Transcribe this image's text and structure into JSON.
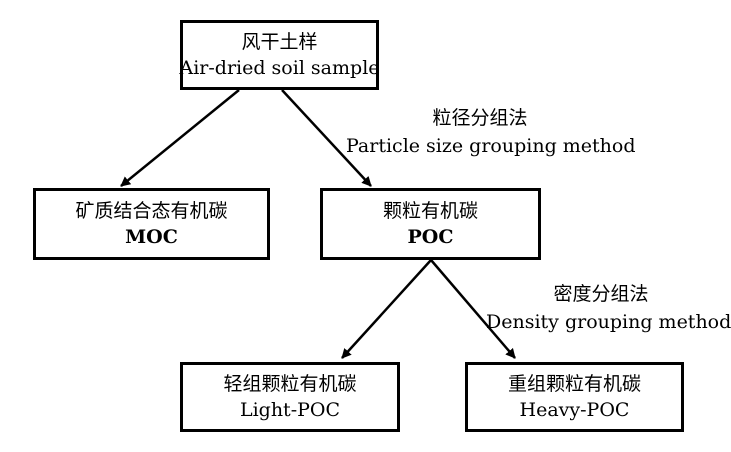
{
  "nodes": {
    "root": {
      "zh": "风干土样",
      "en": "Air-dried soil sample"
    },
    "moc": {
      "zh": "矿质结合态有机碳",
      "en": "MOC"
    },
    "poc": {
      "zh": "颗粒有机碳",
      "en": "POC"
    },
    "light": {
      "zh": "轻组颗粒有机碳",
      "en": "Light-POC"
    },
    "heavy": {
      "zh": "重组颗粒有机碳",
      "en": "Heavy-POC"
    }
  },
  "methods": {
    "particle": {
      "zh": "粒径分组法",
      "en": "Particle size grouping method"
    },
    "density": {
      "zh": "密度分组法",
      "en": "Density grouping method"
    }
  }
}
